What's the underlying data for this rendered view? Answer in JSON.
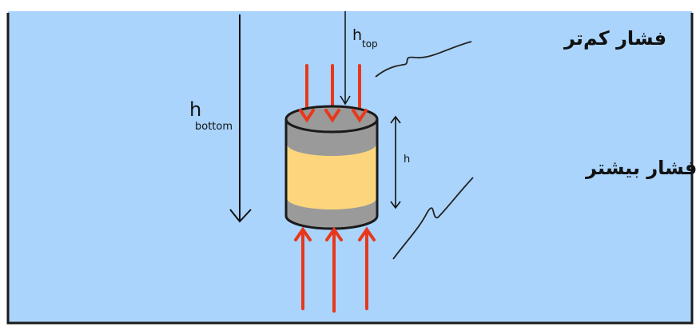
{
  "labels": {
    "h_top_main": "h",
    "h_top_sub": "top",
    "h_bottom_main": "h",
    "h_bottom_sub": "bottom",
    "h_height": "h",
    "pressure_low": "فشار کم‌تر",
    "pressure_high": "فشار بیشتر"
  },
  "colors": {
    "water": "#aad4fc",
    "container_outline": "#1a1a1a",
    "cylinder_gray": "#9a9a9a",
    "cylinder_band": "#fdd57c",
    "force_arrow": "#e8381c",
    "depth_arrow": "#111111"
  },
  "arrows": {
    "top_force_count": 3,
    "bottom_force_count": 3
  }
}
